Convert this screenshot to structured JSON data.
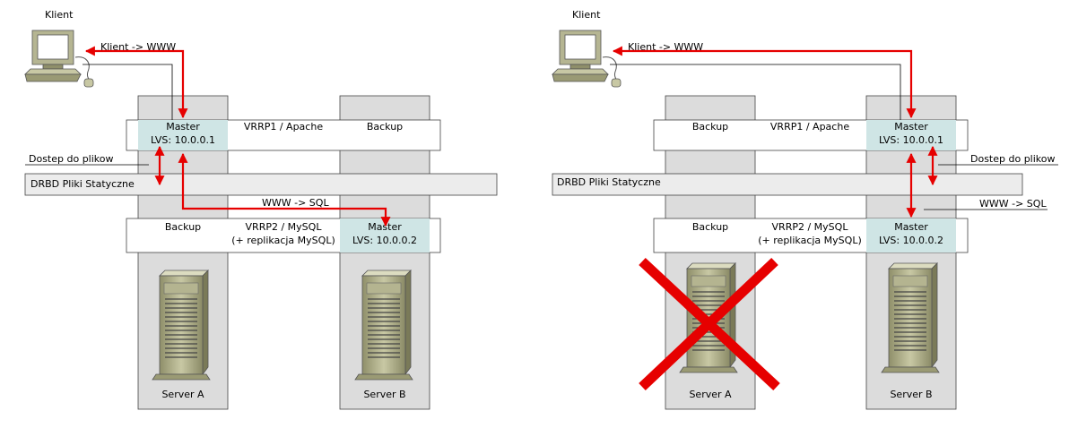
{
  "colors": {
    "column": "#dcdcdc",
    "active": "#cfe5e5",
    "bar": "#ececec",
    "arrow": "#e60000",
    "cross": "#e60000",
    "line": "#000000"
  },
  "left": {
    "client_label": "Klient",
    "client_flow": "Klient -> WWW",
    "vrrp1": {
      "server_a": [
        "Master",
        "LVS: 10.0.0.1"
      ],
      "center": "VRRP1 / Apache",
      "server_b": [
        "Backup"
      ]
    },
    "access_label": "Dostep do plikow",
    "drbd_label": "DRBD Pliki Statyczne",
    "sql_flow": "WWW -> SQL",
    "vrrp2": {
      "server_a": [
        "Backup"
      ],
      "center": [
        "VRRP2 / MySQL",
        "(+ replikacja MySQL)"
      ],
      "server_b": [
        "Master",
        "LVS: 10.0.0.2"
      ]
    },
    "server_a": "Server A",
    "server_b": "Server B"
  },
  "right": {
    "client_label": "Klient",
    "client_flow": "Klient -> WWW",
    "vrrp1": {
      "server_a": [
        "Backup"
      ],
      "center": "VRRP1 / Apache",
      "server_b": [
        "Master",
        "LVS: 10.0.0.1"
      ]
    },
    "access_label": "Dostep do plikow",
    "drbd_label": "DRBD Pliki Statyczne",
    "sql_flow": "WWW -> SQL",
    "vrrp2": {
      "server_a": [
        "Backup"
      ],
      "center": [
        "VRRP2 / MySQL",
        "(+ replikacja MySQL)"
      ],
      "server_b": [
        "Master",
        "LVS: 10.0.0.2"
      ]
    },
    "server_a": "Server A",
    "server_b": "Server B",
    "failed_server": "Server A"
  },
  "icons": [
    "computer-icon",
    "server-tower-icon",
    "failure-cross-icon",
    "arrow-icon"
  ]
}
